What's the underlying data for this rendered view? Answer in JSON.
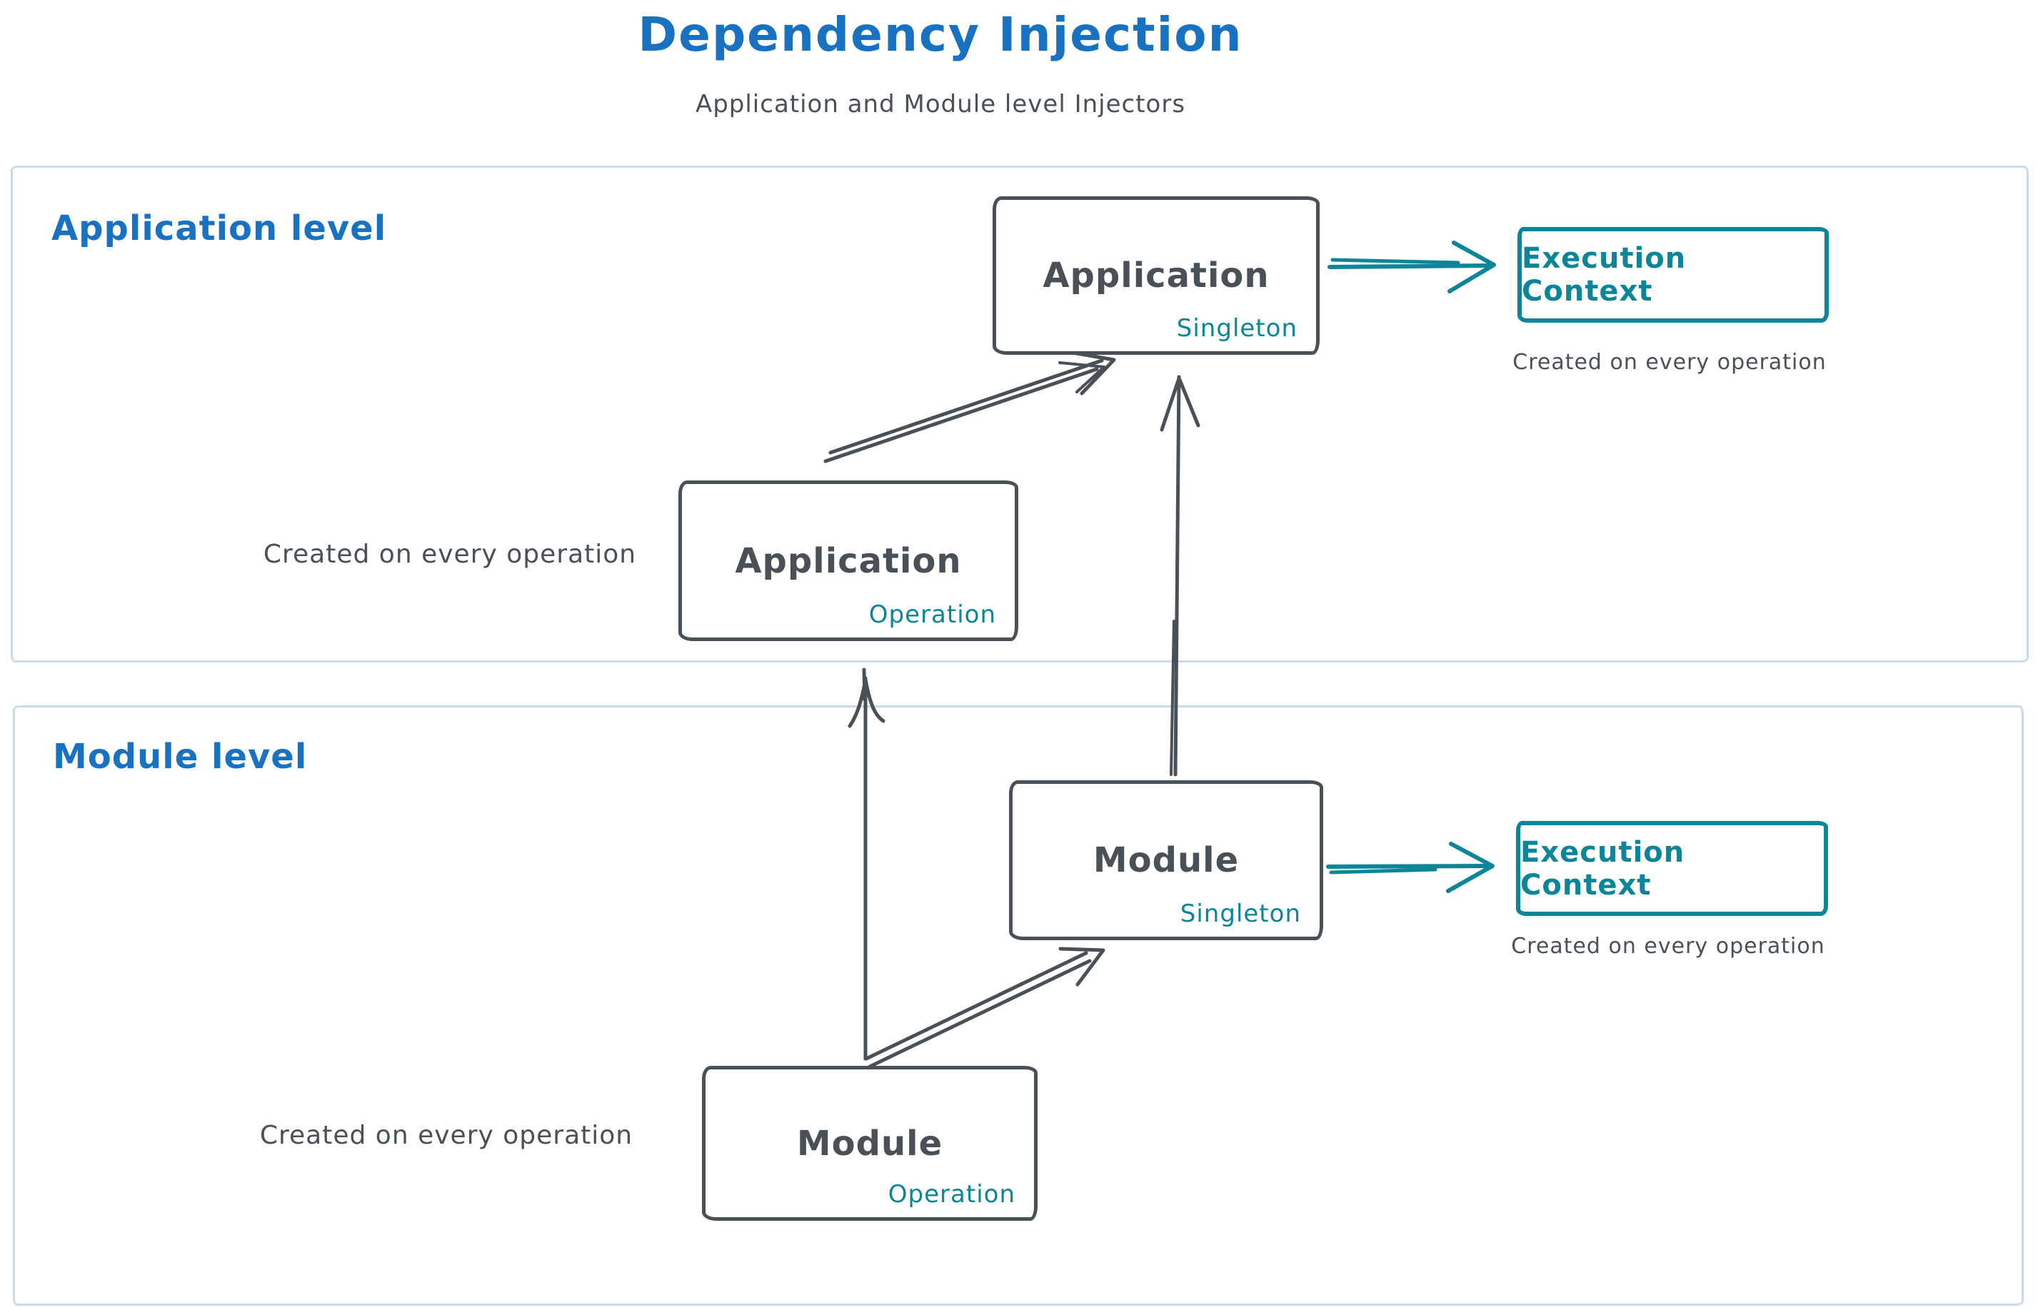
{
  "title": {
    "text": "Dependency Injection"
  },
  "subtitle": {
    "text": "Application and Module level Injectors"
  },
  "colors": {
    "accent_blue": "#1971c2",
    "ink_dark": "#495057",
    "teal": "#0c8599",
    "section_frame": "#c9daeb",
    "background": "#ffffff"
  },
  "sections": {
    "application": {
      "label": "Application level"
    },
    "module": {
      "label": "Module level"
    }
  },
  "nodes": {
    "app_singleton": {
      "title": "Application",
      "scope": "Singleton"
    },
    "app_operation": {
      "title": "Application",
      "scope": "Operation"
    },
    "module_singleton": {
      "title": "Module",
      "scope": "Singleton"
    },
    "module_operation": {
      "title": "Module",
      "scope": "Operation"
    },
    "exec_context_app": {
      "title": "Execution Context",
      "caption": "Created on every operation"
    },
    "exec_context_module": {
      "title": "Execution Context",
      "caption": "Created on every operation"
    }
  },
  "captions": {
    "app_operation": "Created on every operation",
    "module_operation": "Created on every operation"
  }
}
